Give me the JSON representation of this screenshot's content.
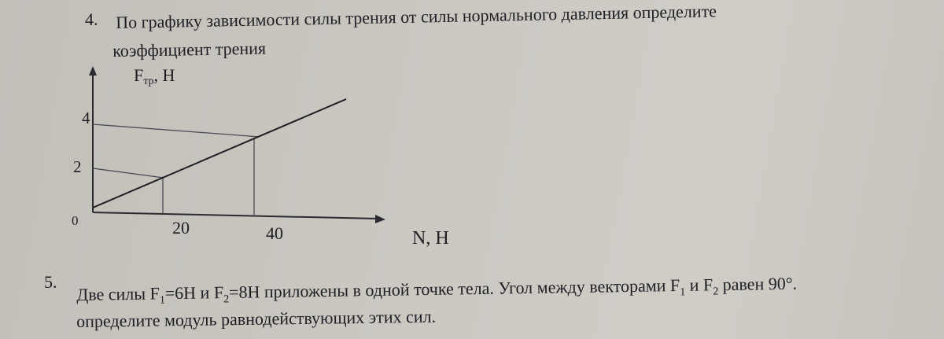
{
  "task4": {
    "number": "4.",
    "line1": "По графику зависимости силы трения от силы нормального давления определите",
    "line2": "коэффициент трения"
  },
  "graph": {
    "y_axis_label": "Fтр, Н",
    "y_axis_label_main": "F",
    "y_axis_label_sub": "тр",
    "y_axis_label_unit": ", Н",
    "x_axis_label": "N, Н",
    "origin_label": "0",
    "y_ticks": [
      "4",
      "2"
    ],
    "x_ticks": [
      "20",
      "40"
    ]
  },
  "chart_data": {
    "type": "line",
    "title": "",
    "xlabel": "N, Н",
    "ylabel": "Fтр, Н",
    "x": [
      0,
      20,
      40
    ],
    "y": [
      0,
      2,
      4
    ],
    "x_ticks": [
      20,
      40
    ],
    "y_ticks": [
      2,
      4
    ],
    "guides": [
      {
        "x": 20,
        "y": 2
      },
      {
        "x": 40,
        "y": 4
      }
    ],
    "grid": false
  },
  "task5": {
    "number": "5.",
    "line1_a": "Две силы F",
    "line1_sub1": "1",
    "line1_b": "=6Н и  F",
    "line1_sub2": "2",
    "line1_c": "=8Н   приложены в одной точке тела. Угол между векторами F",
    "line1_sub3": "1",
    "line1_d": " и   F",
    "line1_sub4": "2",
    "line1_e": " равен 90°.",
    "line2": "определите модуль равнодействующих этих сил."
  }
}
